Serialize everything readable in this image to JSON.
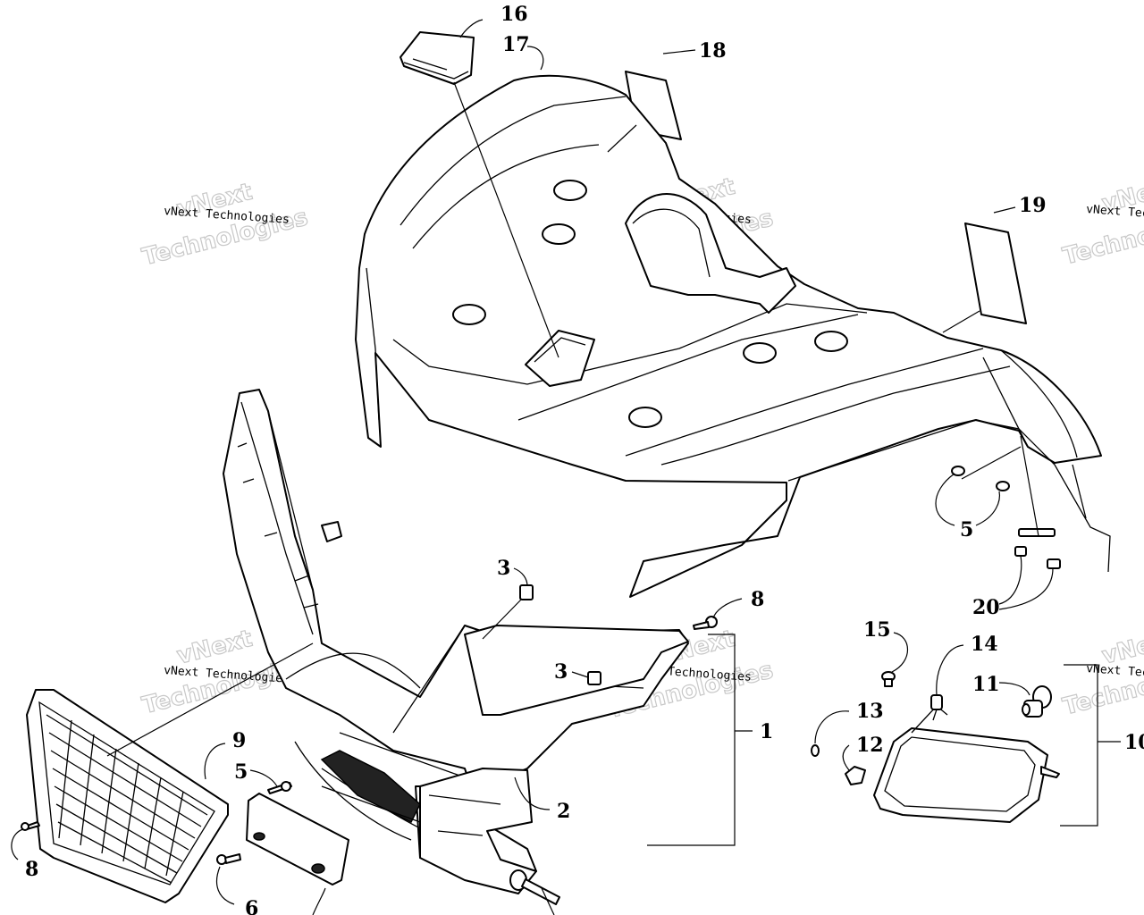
{
  "diagram": {
    "callouts": {
      "c1": "1",
      "c2": "2",
      "c3a": "3",
      "c3b": "3",
      "c5a": "5",
      "c5b": "5",
      "c6": "6",
      "c8a": "8",
      "c8b": "8",
      "c9": "9",
      "c10": "10",
      "c11": "11",
      "c12": "12",
      "c13": "13",
      "c14": "14",
      "c15": "15",
      "c16": "16",
      "c17": "17",
      "c18": "18",
      "c19": "19",
      "c20": "20"
    },
    "watermark": {
      "small": "vNext Technologies",
      "big_line1": "vNext",
      "big_line2": "Technologies"
    }
  }
}
